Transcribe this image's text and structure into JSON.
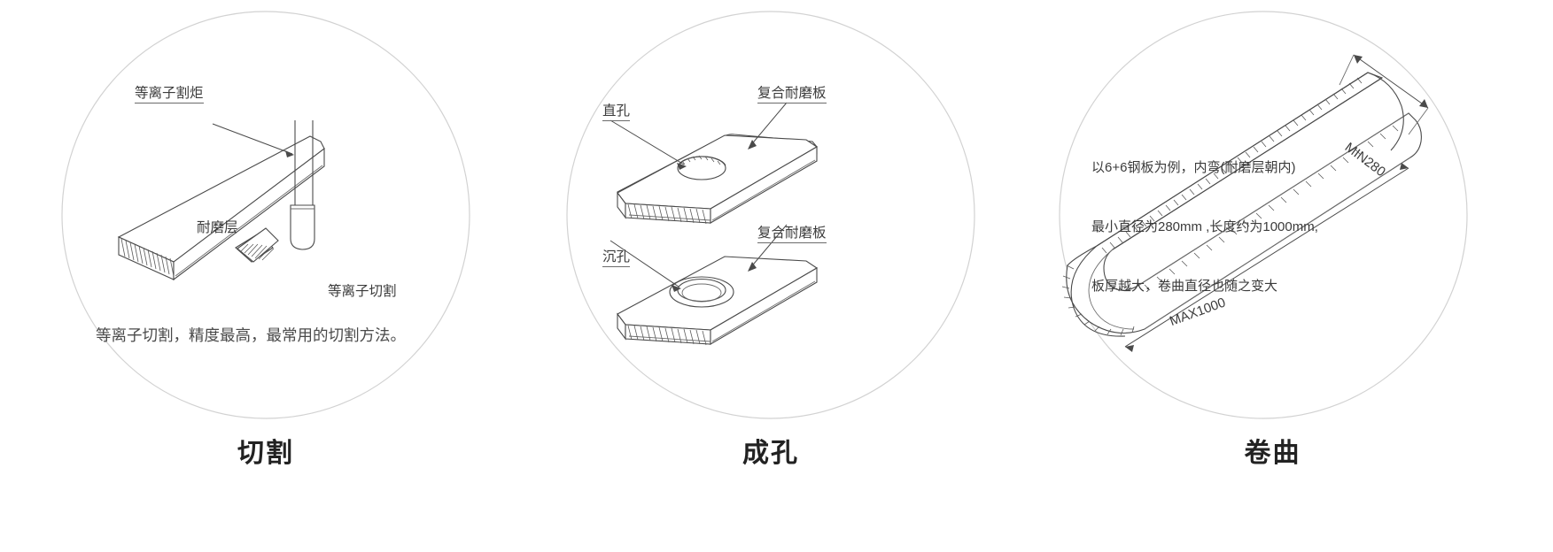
{
  "figure": {
    "kind": "technical-illustration",
    "background": "#ffffff",
    "line_color": "#4a4a4a",
    "circle_color": "#d2d2d2",
    "title_color": "#222222"
  },
  "panels": [
    {
      "id": "cutting",
      "title": "切割",
      "labels": {
        "torch": "等离子割炬",
        "wear_layer": "耐磨层",
        "process": "等离子切割"
      },
      "caption": "等离子切割，精度最高，最常用的切割方法。"
    },
    {
      "id": "hole-making",
      "title": "成孔",
      "labels": {
        "straight_hole": "直孔",
        "straight_hole_plate": "复合耐磨板",
        "counterbore_hole": "沉孔",
        "counterbore_plate": "复合耐磨板"
      }
    },
    {
      "id": "rolling",
      "title": "卷曲",
      "spec_lines": [
        "以6+6钢板为例，内弯(耐磨层朝内)",
        "最小直径为280mm ,长度约为1000mm,",
        "板厚越大，卷曲直径也随之变大"
      ],
      "dimensions": {
        "min_diameter": "MIN280",
        "max_length": "MAX1000"
      }
    }
  ]
}
